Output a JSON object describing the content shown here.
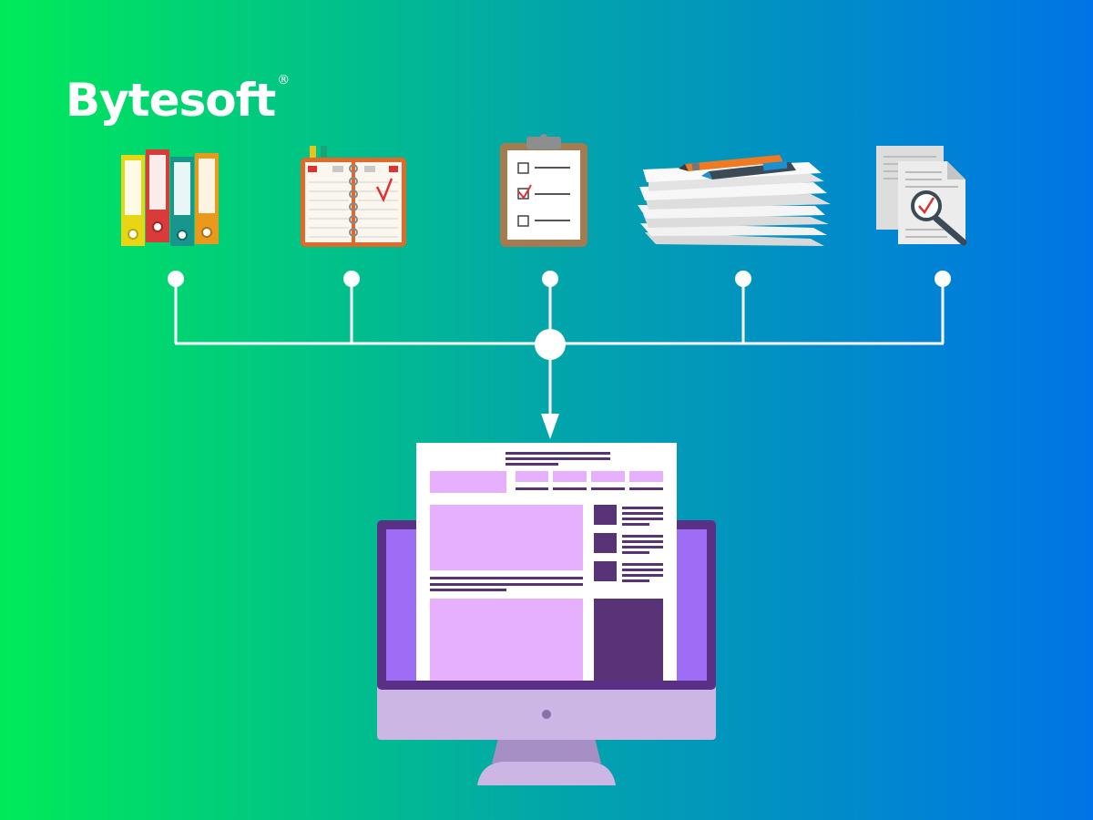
{
  "brand": {
    "name": "Bytesoft",
    "registered_mark": "®"
  },
  "colors": {
    "gradient_left": "#00ea58",
    "gradient_mid": "#02a6a9",
    "gradient_right": "#0074e6",
    "connector": "#ffffff",
    "monitor_frame": "#5a2f86",
    "monitor_screen": "#9d6df5",
    "monitor_base": "#cbb6e4",
    "doc_block_light": "#e6b0ff",
    "doc_block_dark": "#583377"
  },
  "sources": [
    {
      "id": "binders",
      "icon": "binders-icon"
    },
    {
      "id": "notebook",
      "icon": "notebook-icon"
    },
    {
      "id": "checklist",
      "icon": "clipboard-checklist-icon"
    },
    {
      "id": "paper-stack",
      "icon": "paper-stack-pens-icon"
    },
    {
      "id": "doc-search",
      "icon": "document-search-icon"
    }
  ],
  "target": {
    "icon": "monitor-webpage-icon"
  }
}
